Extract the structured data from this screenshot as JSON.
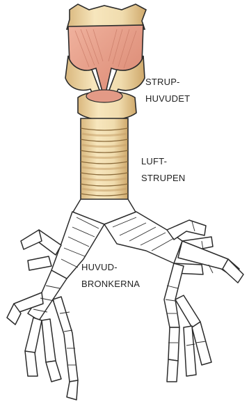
{
  "labels": {
    "larynx": [
      "STRUP-",
      "HUVUDET"
    ],
    "trachea": [
      "LUFT-",
      "STRUPEN"
    ],
    "bronchi": [
      "HUVUD-",
      "BRONKERNA"
    ]
  },
  "colors": {
    "cartilage": "#f3dfb1",
    "cartilage_shade": "#d8b77c",
    "muscle": "#e9a18c",
    "muscle_line": "#c97b67",
    "outline": "#2b2b2b",
    "bronchi_fill": "#ffffff"
  }
}
